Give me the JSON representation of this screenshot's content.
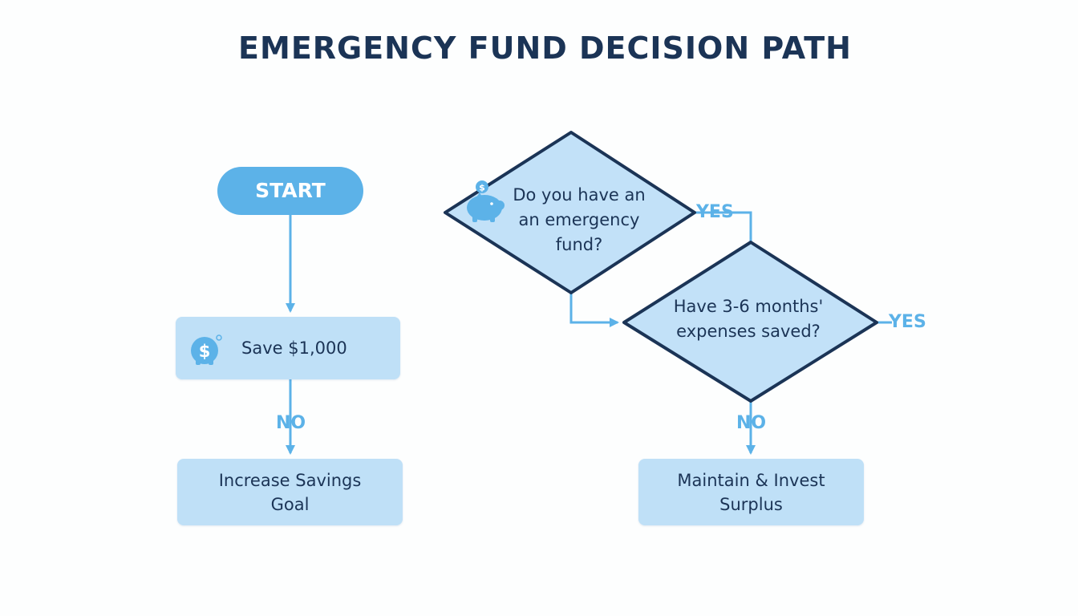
{
  "title": "EMERGENCY FUND DECISION PATH",
  "nodes": {
    "start": "START",
    "save": "Save $1,000",
    "question1": "Do you have an an emergency fund?",
    "question2": "Have 3-6 months' expenses saved?",
    "increase": "Increase Savings Goal",
    "maintain": "Maintain & Invest Surplus"
  },
  "edge_labels": {
    "q1_yes": "YES",
    "q2_yes": "YES",
    "save_no": "NO",
    "q2_no": "NO"
  },
  "icons": [
    "piggy-bank-icon",
    "money-bag-icon"
  ],
  "colors": {
    "title": "#1b3456",
    "accent": "#5cb2e8",
    "box_fill": "#bfe0f7",
    "diamond_fill": "#c2e1f8",
    "diamond_border": "#1b3456"
  }
}
